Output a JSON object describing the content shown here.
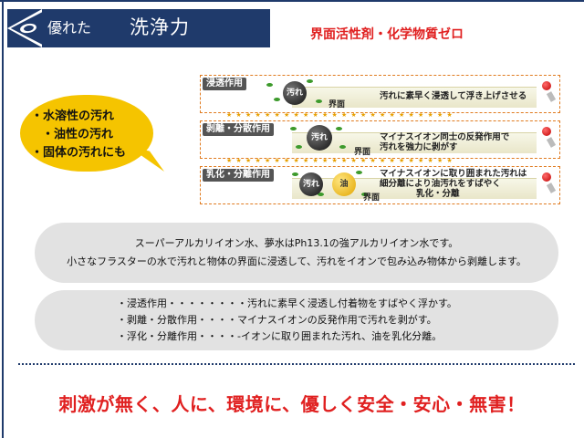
{
  "header": {
    "subtitle": "優れた",
    "title": "洗浄力",
    "tagline": "界面活性剤・化学物質ゼロ"
  },
  "bubble": {
    "lines": [
      "・水溶性の汚れ",
      "・油性の汚れ",
      "・固体の汚れにも"
    ]
  },
  "diagram": {
    "rows": [
      {
        "label": "浸透作用",
        "desc_lines": [
          "汚れに素早く浸透して浮き上げさせる"
        ],
        "ball_label": "汚れ",
        "interface": "界面"
      },
      {
        "label": "剥離・分散作用",
        "desc_lines": [
          "マイナスイオン同士の反発作用で",
          "汚れを強力に剥がす"
        ],
        "ball_label": "汚れ",
        "interface": "界面"
      },
      {
        "label": "乳化・分離作用",
        "desc_lines": [
          "マイナスイオンに取り囲まれた汚れは",
          "細分離により油汚れをすばやく",
          "乳化・分離"
        ],
        "ball_label": "汚れ",
        "oil_label": "油",
        "interface": "界面"
      }
    ]
  },
  "info": {
    "line1": "スーパーアルカリイオン水、夢水はPh13.1の強アルカリイオン水です。",
    "line2": "小さなフラスターの水で汚れと物体の界面に浸透して、汚れをイオンで包み込み物体から剥離します。"
  },
  "effects": [
    "・浸透作用・・・・・・・・汚れに素早く浸透し付着物をすばやく浮かす。",
    "・剥離・分散作用・・・・マイナスイオンの反発作用で汚れを剥がす。",
    "・浮化・分離作用・・・・-イオンに取り囲まれた汚れ、油を乳化分離。"
  ],
  "footer": "刺激が無く、人に、環境に、優しく安全・安心・無害！",
  "colors": {
    "navy": "#1f3a6b",
    "red": "#e02020",
    "bubble_yellow": "#f5c400",
    "box_gray": "#e2e2e2"
  }
}
